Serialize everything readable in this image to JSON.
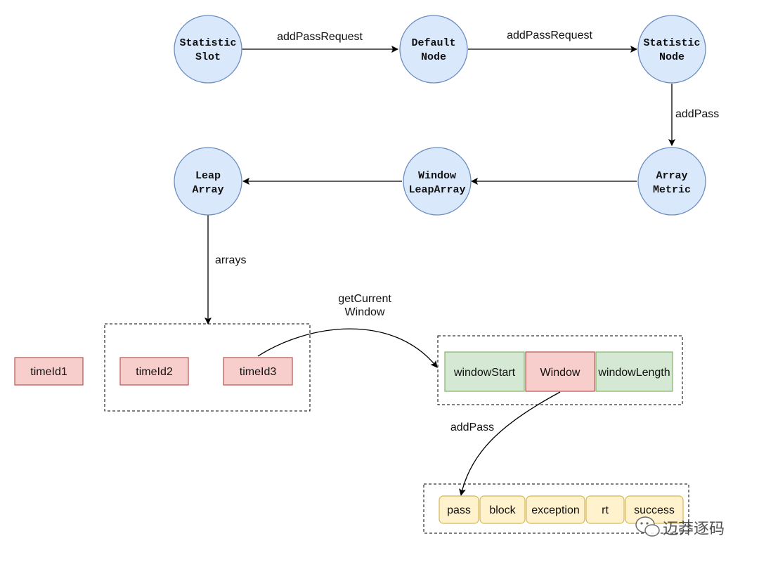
{
  "nodes": [
    {
      "id": "statistic-slot",
      "lines": [
        "Statistic",
        "Slot"
      ]
    },
    {
      "id": "default-node",
      "lines": [
        "Default",
        "Node"
      ]
    },
    {
      "id": "statistic-node",
      "lines": [
        "Statistic",
        "Node"
      ]
    },
    {
      "id": "array-metric",
      "lines": [
        "Array",
        "Metric"
      ]
    },
    {
      "id": "window-leaparray",
      "lines": [
        "Window",
        "LeapArray"
      ]
    },
    {
      "id": "leap-array",
      "lines": [
        "Leap",
        "Array"
      ]
    }
  ],
  "edge_labels": {
    "slot_to_default": "addPassRequest",
    "default_to_statnode": "addPassRequest",
    "statnode_to_metric": "addPass",
    "leaparray_to_timeids": "arrays",
    "get_current_line1": "getCurrent",
    "get_current_line2": "Window",
    "window_to_counters": "addPass"
  },
  "time_ids": [
    "timeId1",
    "timeId2",
    "timeId3"
  ],
  "window_parts": [
    "windowStart",
    "Window",
    "windowLength"
  ],
  "counters": [
    "pass",
    "block",
    "exception",
    "rt",
    "success"
  ],
  "watermark": "迈莽逐码",
  "colors": {
    "node_fill": "#dae8fc",
    "node_stroke": "#6c8ebf",
    "red_fill": "#f8cecc",
    "red_stroke": "#b85450",
    "green_fill": "#d5e8d4",
    "green_stroke": "#82b366",
    "yellow_fill": "#fff2cc",
    "yellow_stroke": "#d6b656"
  }
}
